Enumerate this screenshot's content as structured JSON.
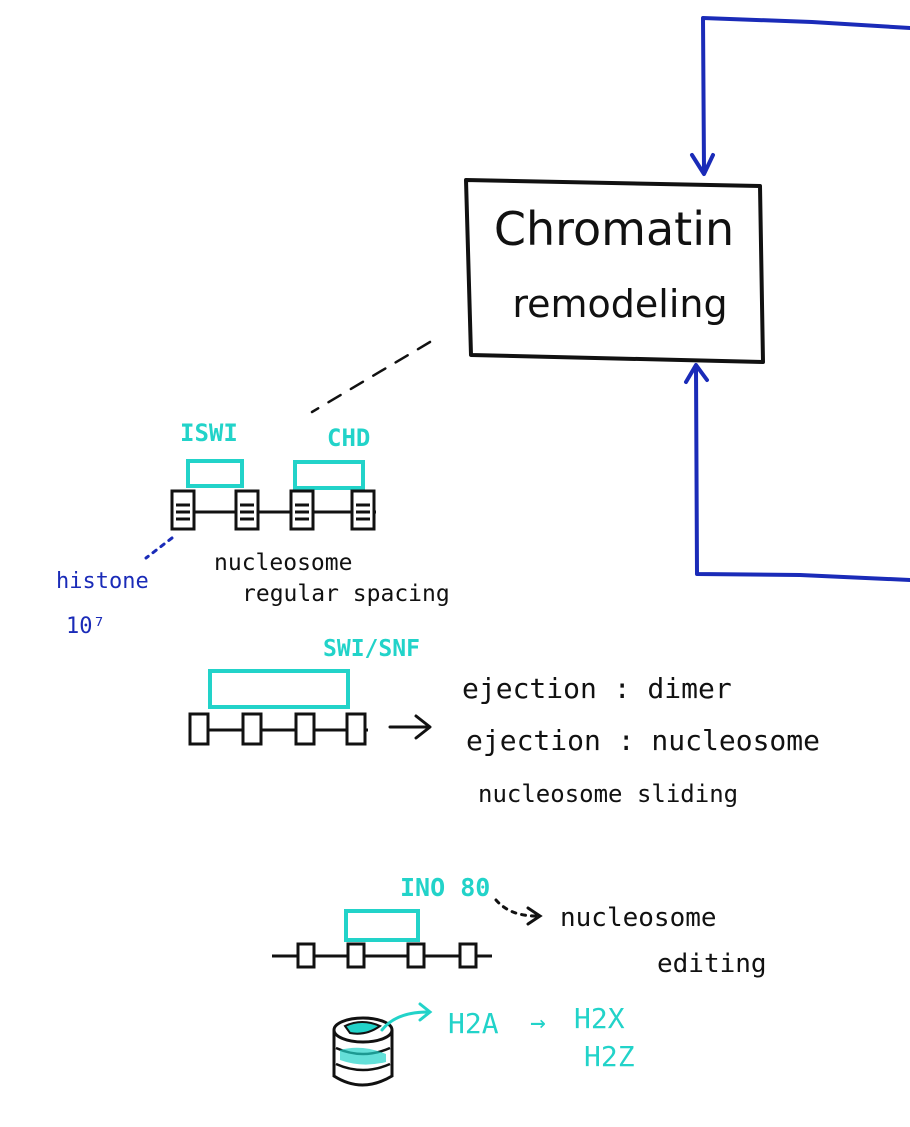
{
  "colors": {
    "ink": "#111111",
    "cyan": "#22d3c9",
    "blue": "#1a2bb8"
  },
  "main_box": {
    "line1": "Chromatin",
    "line2": "remodeling"
  },
  "iswi": {
    "label": "ISWI"
  },
  "chd": {
    "label": "CHD"
  },
  "histone_note": {
    "line1": "histone",
    "line2": "10⁷"
  },
  "spacing": {
    "line1": "nucleosome",
    "line2": "regular spacing"
  },
  "swisnf": {
    "label": "SWI/SNF",
    "outcomes": [
      "ejection : dimer",
      "ejection : nucleosome",
      "nucleosome sliding"
    ]
  },
  "ino80": {
    "label": "INO 80",
    "outcome_line1": "nucleosome",
    "outcome_line2": "editing"
  },
  "variant": {
    "from": "H2A",
    "arrow": "→",
    "to1": "H2X",
    "to2": "H2Z"
  }
}
